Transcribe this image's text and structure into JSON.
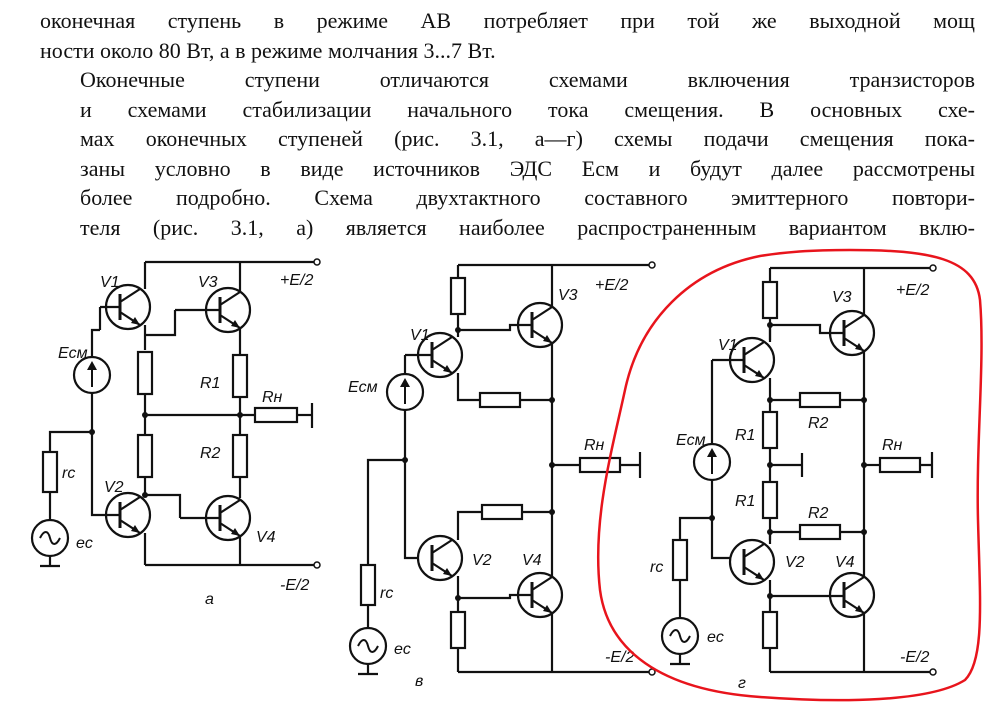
{
  "paragraph1": {
    "lines": [
      "оконечная ступень в режиме АВ потребляет при той же выходной мощ",
      "ности около 80 Вт, а в режиме молчания 3...7 Вт."
    ]
  },
  "paragraph2": {
    "lines": [
      "Оконечные ступени отличаются схемами включения транзисторов",
      "и схемами стабилизации начального тока смещения. В основных схе-",
      "мах оконечных ступеней (рис. 3.1, а—г) схемы подачи смещения пока-",
      "заны условно в виде источников ЭДС Eсм и будут далее рассмотрены",
      "более подробно. Схема двухтактного составного эмиттерного повтори-",
      "теля (рис. 3.1, а) является наиболее распространенным вариантом вклю-"
    ]
  },
  "circuit_a": {
    "caption": "а",
    "v1": "V1",
    "v2": "V2",
    "v3": "V3",
    "v4": "V4",
    "r1": "R1",
    "r2": "R2",
    "rn": "Rн",
    "ecm": "Eсм",
    "rc": "rс",
    "ec": "eс",
    "plus": "+E/2",
    "minus": "-E/2"
  },
  "circuit_v": {
    "caption": "в",
    "v1": "V1",
    "v2": "V2",
    "v3": "V3",
    "v4": "V4",
    "rn": "Rн",
    "ecm": "Eсм",
    "rc": "rс",
    "ec": "eс",
    "plus": "+E/2",
    "minus": "-E/2"
  },
  "circuit_g": {
    "caption": "г",
    "v1": "V1",
    "v2": "V2",
    "v3": "V3",
    "v4": "V4",
    "r1a": "R1",
    "r1b": "R1",
    "r2a": "R2",
    "r2b": "R2",
    "rn": "Rн",
    "ecm": "Eсм",
    "rc": "rс",
    "ec": "eс",
    "plus": "+E/2",
    "minus": "-E/2"
  },
  "annotation_color": "#e8141c"
}
